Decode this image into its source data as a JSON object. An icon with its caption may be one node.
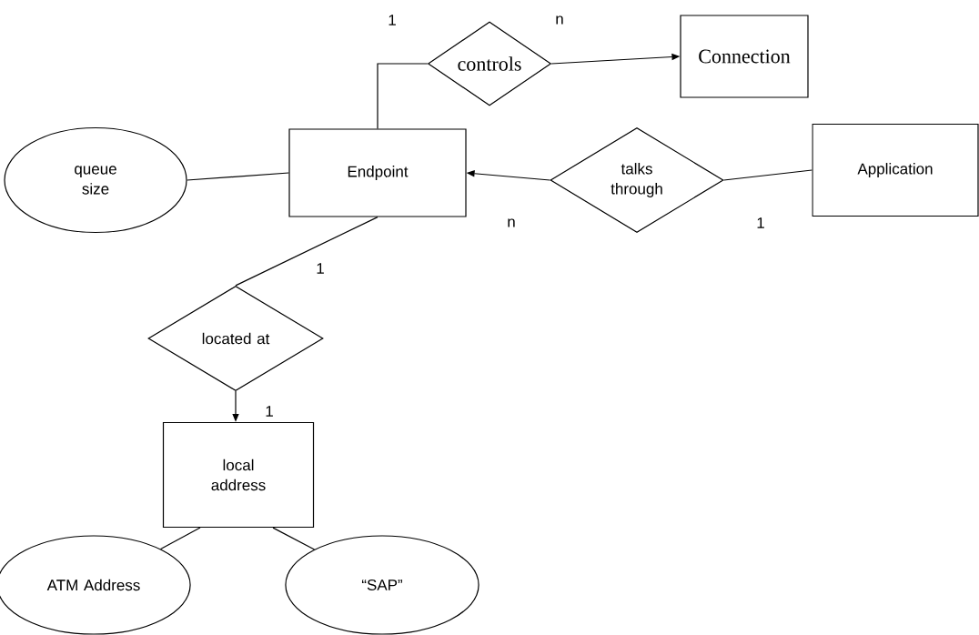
{
  "diagram": {
    "nodes": [
      {
        "text": [
          "controls"
        ]
      },
      {
        "text": [
          "Connection"
        ]
      },
      {
        "text": [
          "queue size"
        ]
      },
      {
        "text": [
          "Endpoint"
        ]
      },
      {
        "text": [
          "talks through"
        ]
      },
      {
        "text": [
          "Application"
        ]
      },
      {
        "text": [
          "located at"
        ]
      },
      {
        "text": [
          "local address"
        ]
      },
      {
        "text": [
          "ATM Address"
        ]
      },
      {
        "text": [
          "“SAP”"
        ]
      }
    ],
    "edges": [
      {
        "from": 3,
        "to": 0,
        "arrow": "none"
      },
      {
        "from": 0,
        "to": 1,
        "arrow": "to"
      },
      {
        "from": 2,
        "to": 3,
        "arrow": "none"
      },
      {
        "from": 4,
        "to": 3,
        "arrow": "to"
      },
      {
        "from": 5,
        "to": 4,
        "arrow": "none"
      },
      {
        "from": 3,
        "to": 6,
        "arrow": "none"
      },
      {
        "from": 6,
        "to": 7,
        "arrow": "to"
      },
      {
        "from": 7,
        "to": 8,
        "arrow": "none"
      },
      {
        "from": 7,
        "to": 9,
        "arrow": "none"
      }
    ],
    "labels": [
      "1",
      "n",
      "n",
      "1",
      "1",
      "1"
    ]
  }
}
